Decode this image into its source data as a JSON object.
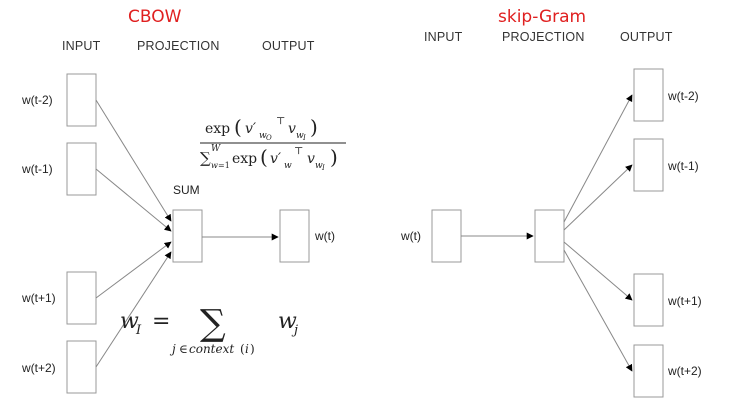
{
  "cbow": {
    "title": "CBOW",
    "headers": {
      "input": "INPUT",
      "projection": "PROJECTION",
      "output": "OUTPUT"
    },
    "inputs": [
      "w(t-2)",
      "w(t-1)",
      "w(t+1)",
      "w(t+2)"
    ],
    "projection_label": "SUM",
    "output": "w(t)",
    "formula_softmax": {
      "numerator": "exp(v′_{w_O}^⊤ v_{w_I})",
      "denominator": "∑_{w=1}^{W} exp(v′_w^⊤ v_{w_I})"
    },
    "formula_sum": "w_I = ∑_{j∈context(i)} w_j"
  },
  "skipgram": {
    "title": "skip-Gram",
    "headers": {
      "input": "INPUT",
      "projection": "PROJECTION",
      "output": "OUTPUT"
    },
    "input": "w(t)",
    "outputs": [
      "w(t-2)",
      "w(t-1)",
      "w(t+1)",
      "w(t+2)"
    ]
  },
  "colors": {
    "title": "#e02020",
    "box_stroke": "#999999",
    "edge": "#888888",
    "arrowhead": "#000000"
  }
}
